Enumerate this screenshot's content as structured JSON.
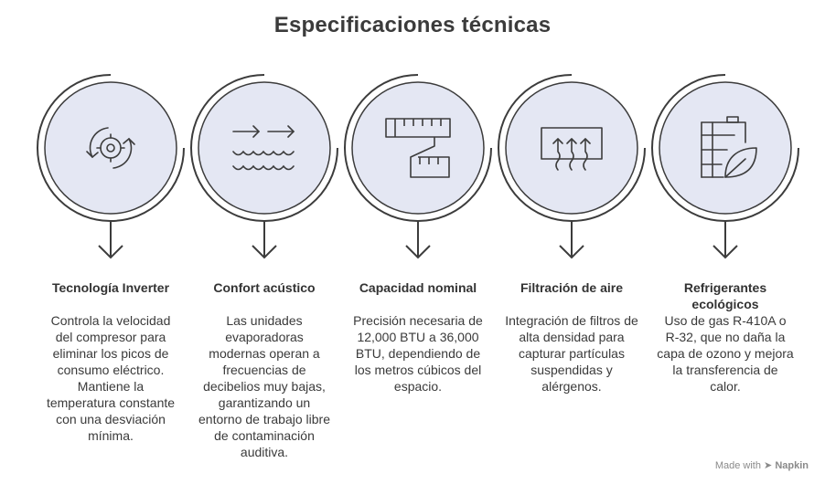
{
  "title": "Especificaciones técnicas",
  "steps": [
    {
      "heading": "Tecnología Inverter",
      "description": "Controla la velocidad del compresor para eliminar los picos de consumo eléctrico. Mantiene la temperatura constante con una desviación mínima.",
      "icon": "inverter-cycle-icon"
    },
    {
      "heading": "Confort acústico",
      "description": "Las unidades evaporadoras modernas operan a frecuencias de decibelios muy bajas, garantizando un entorno de trabajo libre de contaminación auditiva.",
      "icon": "airflow-waves-icon"
    },
    {
      "heading": "Capacidad nominal",
      "description": "Precisión necesaria de 12,000 BTU a 36,000 BTU, dependiendo de los metros cúbicos del espacio.",
      "icon": "measuring-tape-icon"
    },
    {
      "heading": "Filtración de aire",
      "description": "Integración de filtros de alta densidad para capturar partículas suspendidas y alérgenos.",
      "icon": "air-filter-icon"
    },
    {
      "heading": "Refrigerantes ecológicos",
      "description": "Uso de gas R-410A o R-32, que no daña la capa de ozono y mejora la transferencia de calor.",
      "icon": "eco-leaf-icon"
    }
  ],
  "footer": {
    "prefix": "Made with",
    "brand": "Napkin"
  },
  "colors": {
    "circle_fill": "#e4e7f3",
    "stroke": "#3c3c3c",
    "text": "#3a3a3a"
  }
}
